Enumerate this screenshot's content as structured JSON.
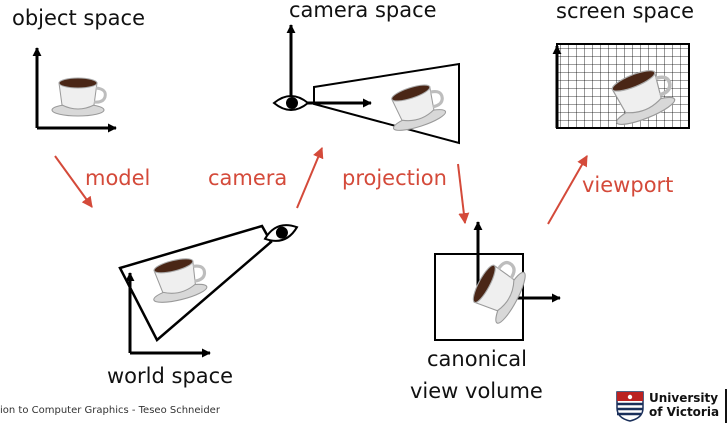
{
  "labels": {
    "object_space": "object space",
    "camera_space": "camera space",
    "screen_space": "screen space",
    "world_space": "world space",
    "canonical_line1": "canonical",
    "canonical_line2": "view volume"
  },
  "transforms": {
    "model": "model",
    "camera": "camera",
    "projection": "projection",
    "viewport": "viewport"
  },
  "footer": "ion to Computer Graphics - Teseo Schneider",
  "logo": {
    "line1": "University",
    "line2": "of Victoria"
  },
  "colors": {
    "arrow": "#d44a3a",
    "axis": "#000000",
    "cup": "#e0e0e0",
    "coffee": "#4a2616"
  },
  "icons": [
    "coffee-cup-icon",
    "eye-icon",
    "grid-icon"
  ]
}
